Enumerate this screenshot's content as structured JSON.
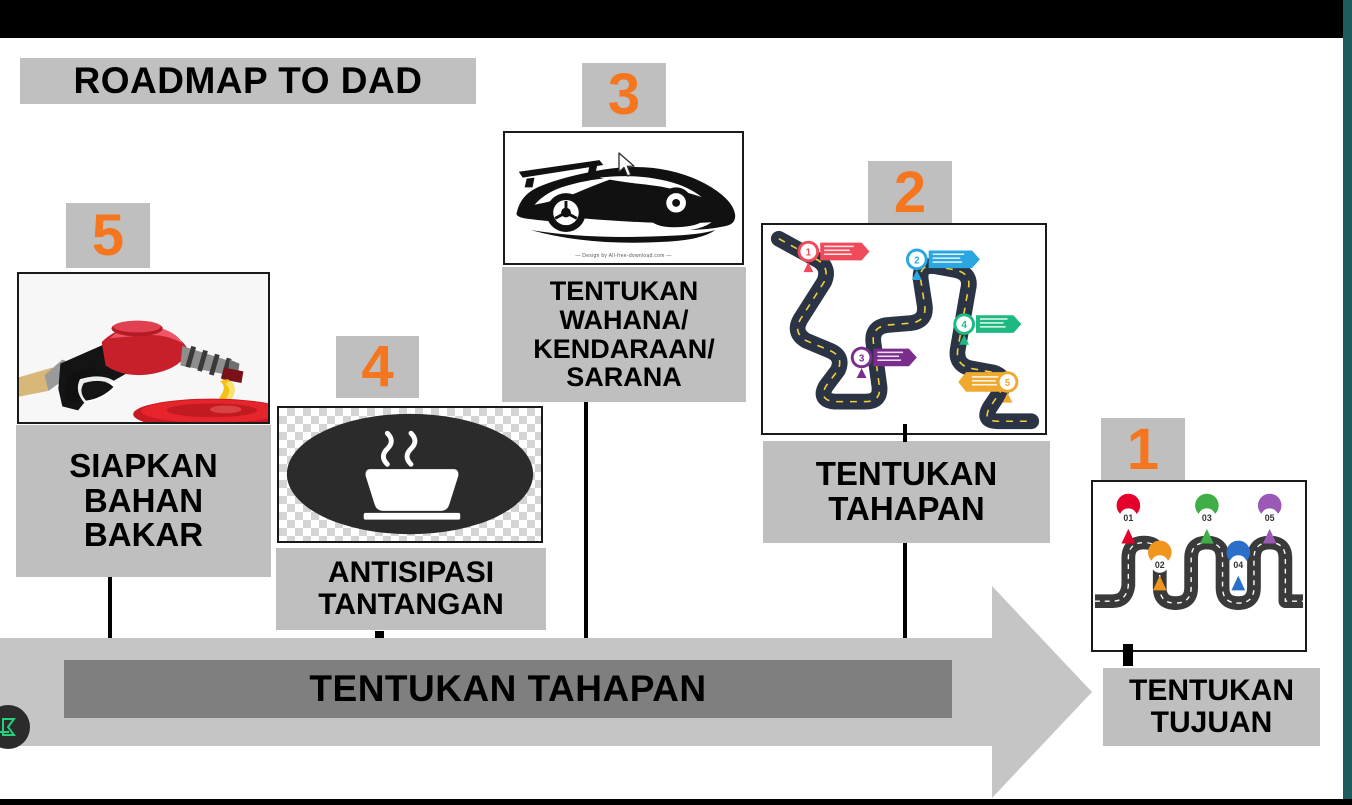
{
  "page": {
    "title": "ROADMAP TO DAD",
    "background": "#ffffff",
    "accent_orange": "#f5761f",
    "band_gray": "#bfbfbf",
    "arrow_gray": "#c5c5c5",
    "arrow_inner_gray": "#7f7f7f",
    "edge_teal": "#1c5b5e"
  },
  "arrow": {
    "label": "TENTUKAN TAHAPAN"
  },
  "steps": [
    {
      "number": "5",
      "caption_lines": [
        "SIAPKAN",
        "BAHAN",
        "BAKAR"
      ],
      "image_name": "fuel-pump-nozzle-photo",
      "image_alt": "Red fuel pump nozzle pouring yellow fuel into a red puddle"
    },
    {
      "number": "4",
      "caption_lines": [
        "ANTISIPASI",
        "TANTANGAN"
      ],
      "image_name": "steaming-cup-icon",
      "image_alt": "White steaming cup icon on a dark ellipse over transparency checkerboard"
    },
    {
      "number": "3",
      "caption_lines": [
        "TENTUKAN",
        "WAHANA/",
        "KENDARAAN/",
        "SARANA"
      ],
      "image_name": "sports-car-lineart",
      "image_alt": "Black and white sports car line art illustration",
      "image_credit": "— Design by All-free-download.com —"
    },
    {
      "number": "2",
      "caption_lines": [
        "TENTUKAN",
        "TAHAPAN"
      ],
      "image_name": "winding-road-infographic",
      "image_alt": "Winding road infographic with five numbered ribbon markers",
      "markers": [
        {
          "label": "1",
          "color": "#ee4a5a"
        },
        {
          "label": "2",
          "color": "#2aa7e0"
        },
        {
          "label": "3",
          "color": "#7b2d8e"
        },
        {
          "label": "4",
          "color": "#1eb980"
        },
        {
          "label": "5",
          "color": "#f0a830"
        }
      ]
    },
    {
      "number": "1",
      "caption_lines": [
        "TENTUKAN",
        "TUJUAN"
      ],
      "image_name": "road-with-map-pins",
      "image_alt": "Winding road with five numbered map pins",
      "pins": [
        {
          "label": "01",
          "color": "#e4002b"
        },
        {
          "label": "02",
          "color": "#f0951d"
        },
        {
          "label": "03",
          "color": "#3fae49"
        },
        {
          "label": "04",
          "color": "#2a6fc9"
        },
        {
          "label": "05",
          "color": "#9b59b6"
        }
      ]
    }
  ],
  "watermark": {
    "name": "prezi-watermark",
    "color": "#25d07d"
  }
}
